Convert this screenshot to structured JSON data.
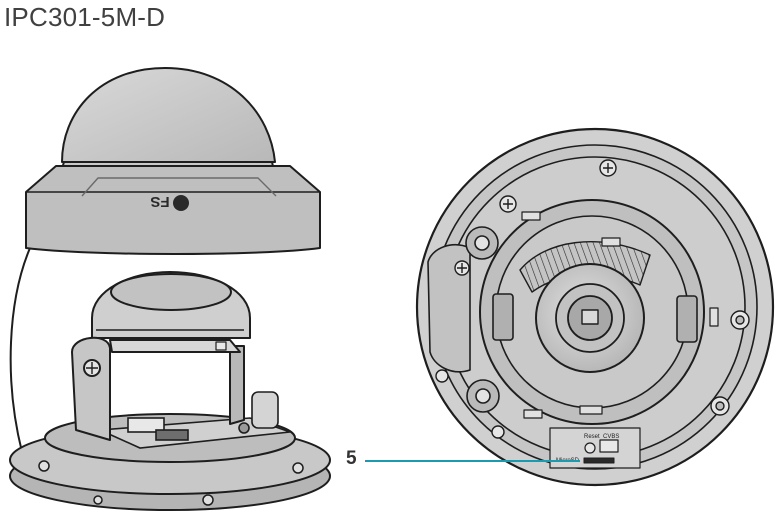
{
  "title": "IPC301-5M-D",
  "brand_logo_text": "FS",
  "callout": {
    "number": "5"
  },
  "board_labels": {
    "reset": "Reset",
    "cvbs": "CVBS",
    "microsd": "MicroSD"
  },
  "colors": {
    "leader_line": "#1a9bb0",
    "housing": "#c8c8c8",
    "housing_dark": "#9a9a9a",
    "outline": "#1e1e1e"
  }
}
